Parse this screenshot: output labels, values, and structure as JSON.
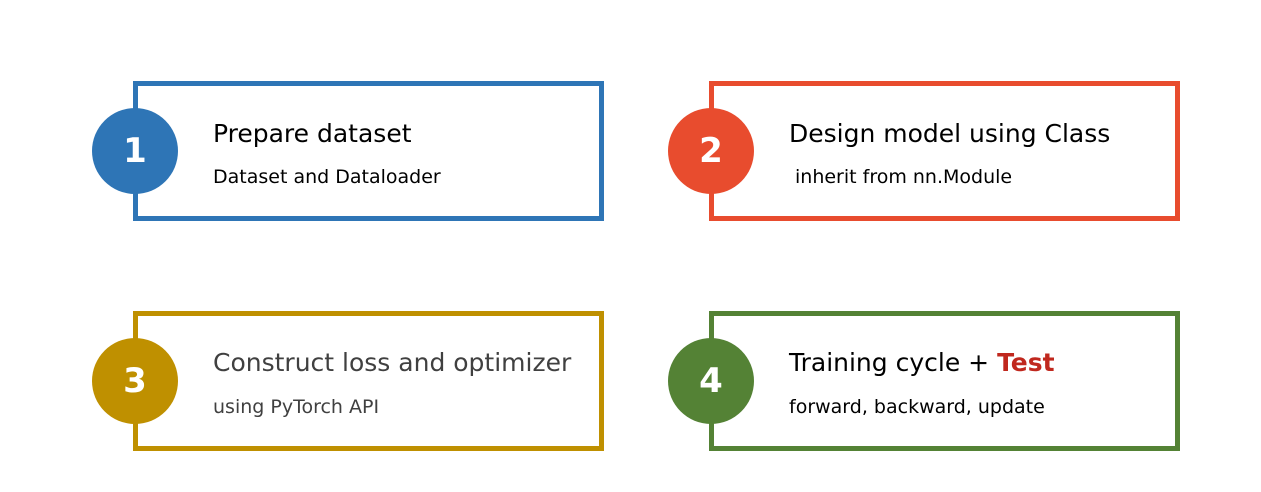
{
  "steps": [
    {
      "number": "1",
      "title": "Prepare dataset",
      "subtitle": "Dataset and Dataloader",
      "color": "#2e75b6"
    },
    {
      "number": "2",
      "title": "Design model using Class",
      "subtitle": "inherit from nn.Module",
      "color": "#e84c2e"
    },
    {
      "number": "3",
      "title": "Construct loss and optimizer",
      "subtitle": "using PyTorch API",
      "color": "#bf9000"
    },
    {
      "number": "4",
      "title": "Training cycle",
      "title_joiner": "+",
      "title_highlight": "Test",
      "highlight_color": "#c0281e",
      "subtitle": "forward, backward, update",
      "color": "#548235"
    }
  ]
}
